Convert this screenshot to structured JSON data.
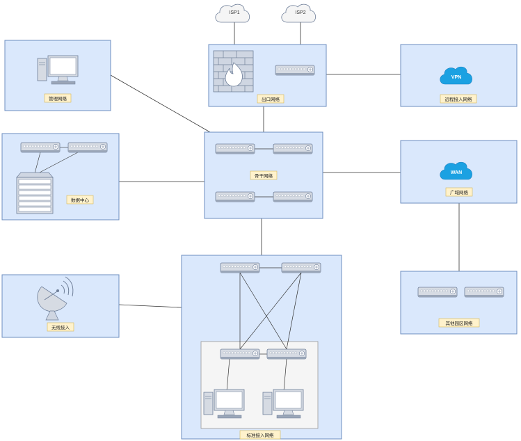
{
  "clouds": {
    "isp1": "ISP1",
    "isp2": "ISP2",
    "vpn": "VPN",
    "wan": "WAN"
  },
  "zones": {
    "management": "管理网络",
    "egress": "出口网络",
    "remote_access": "远程接入网络",
    "datacenter": "数据中心",
    "backbone": "骨干网络",
    "wan_net": "广域网络",
    "wireless": "无线接入",
    "standard_access": "标准接入网络",
    "other_campus": "其他园区网络"
  },
  "colors": {
    "zone_fill": "#dae8fc",
    "zone_stroke": "#6c8ebf",
    "label_fill": "#fff2cc",
    "label_stroke": "#d6b656",
    "cloud_blue": "#1ba1e2",
    "device_fill": "#d6dbe3",
    "device_stroke": "#6f7f99",
    "inner_box_fill": "#f5f5f5",
    "inner_box_stroke": "#999999"
  }
}
